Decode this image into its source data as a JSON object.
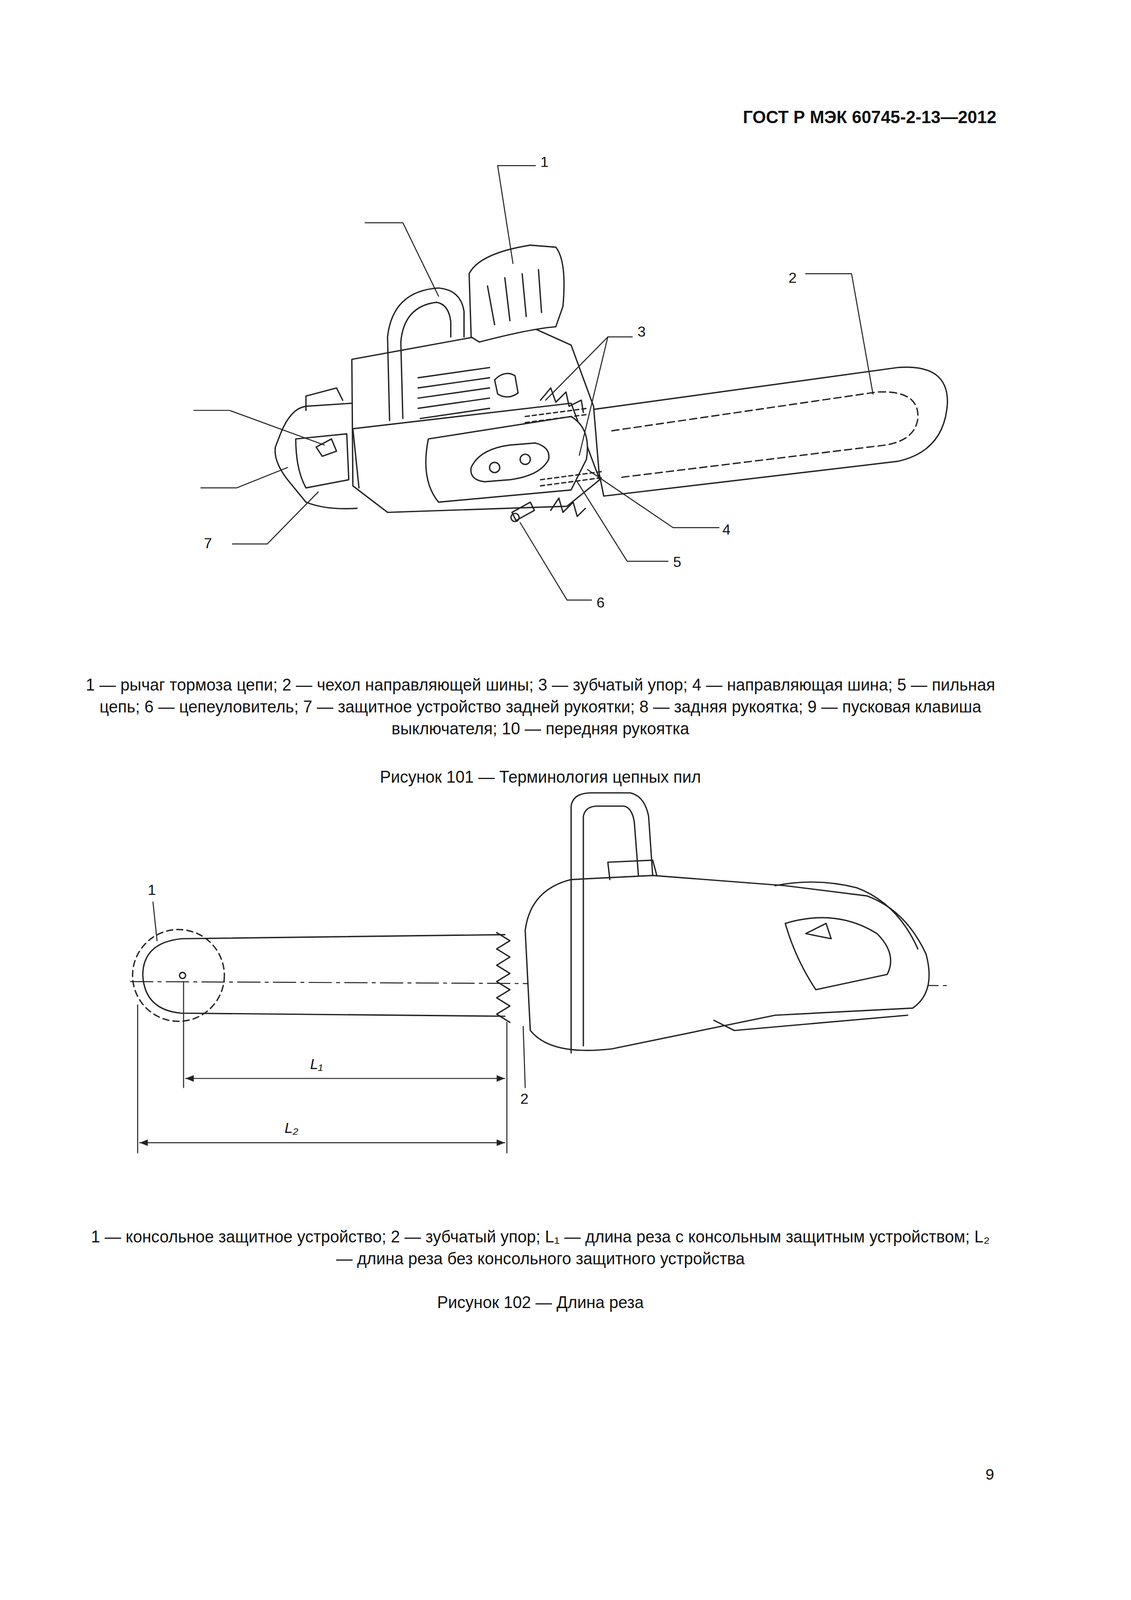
{
  "diagram": {
    "labels": [
      "ГОСТ Р МЭК 60745-2-13—2012",
      "1",
      "2",
      "3",
      "4",
      "5",
      "6",
      "7",
      "1 — рычаг тормоза цепи; 2 — чехол направляющей шины; 3 — зубчатый упор; 4 — направляющая шина; 5 — пильная цепь; 6 — цепеуловитель; 7 — защитное устройство задней рукоятки; 8 — задняя рукоятка; 9 — пусковая клавиша выключателя; 10 — передняя рукоятка",
      "Рисунок 101 — Терминология цепных пил",
      "1",
      "L₁",
      "2",
      "L₂",
      "1 — консольное защитное устройство; 2 — зубчатый упор; L₁ — длина реза с консольным защитным устройством; L₂ — длина реза без консольного защитного устройства",
      "Рисунок 102 — Длина реза",
      "9"
    ]
  }
}
